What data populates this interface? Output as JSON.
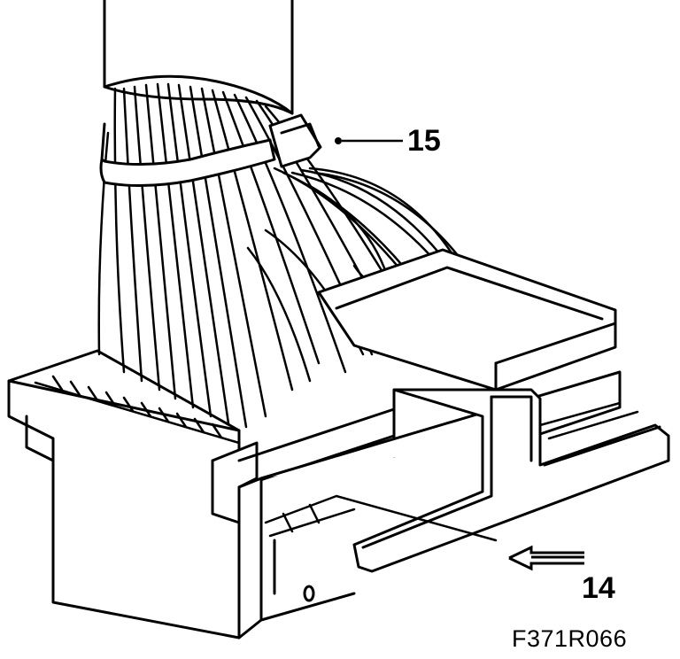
{
  "figure": {
    "callouts": {
      "tie": "15",
      "insert_direction": "14"
    },
    "reference": "F371R066",
    "colors": {
      "ink": "#000000",
      "paper": "#ffffff"
    }
  }
}
